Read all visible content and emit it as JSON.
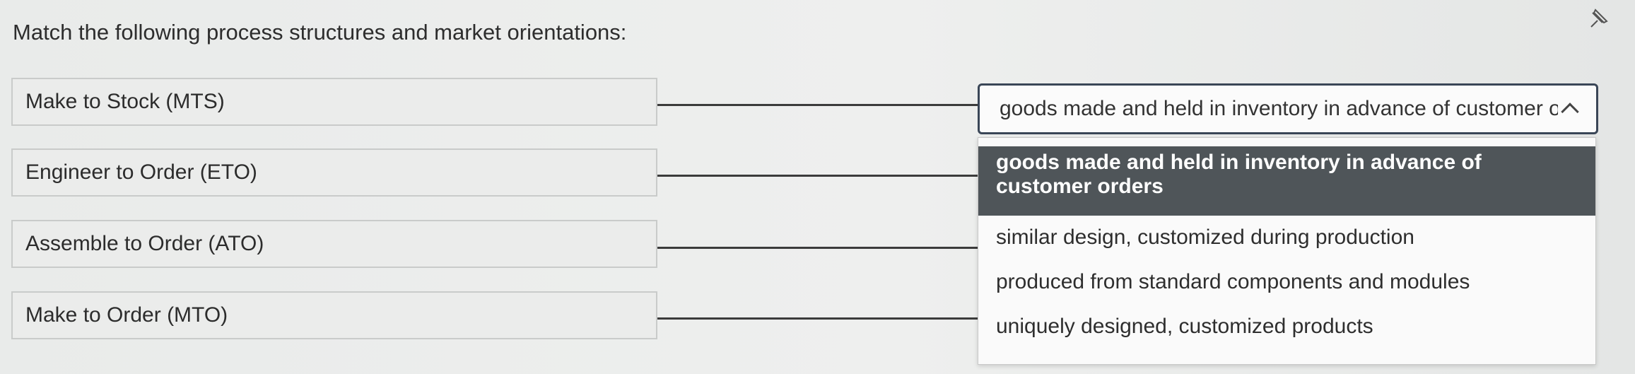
{
  "question": {
    "prompt": "Match the following process structures and market orientations:"
  },
  "left_items": [
    {
      "label": "Make to Stock (MTS)"
    },
    {
      "label": "Engineer to Order (ETO)"
    },
    {
      "label": "Assemble to Order (ATO)"
    },
    {
      "label": "Make to Order (MTO)"
    }
  ],
  "dropdown": {
    "current_value": "goods made and held in inventory in advance of customer or",
    "options": [
      {
        "label": "goods made and held in inventory in advance of customer orders",
        "selected": true
      },
      {
        "label": "similar design, customized during production",
        "selected": false
      },
      {
        "label": "produced from standard components and modules",
        "selected": false
      },
      {
        "label": "uniquely designed, customized products",
        "selected": false
      }
    ]
  },
  "icons": {
    "pin": "pin-icon",
    "chevron": "chevron-up-icon"
  },
  "colors": {
    "selected_option_bg": "#4f5559",
    "select_border": "#3a4657",
    "connector": "#3b3b3b"
  }
}
